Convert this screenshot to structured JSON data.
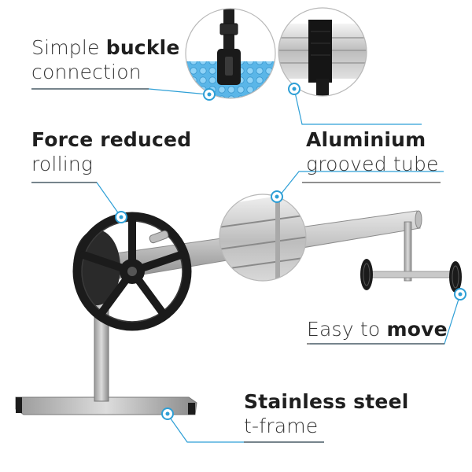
{
  "labels": {
    "buckle": {
      "pre": "Simple ",
      "bold": "buckle",
      "line2": "connection"
    },
    "force": {
      "bold": "Force reduced",
      "line2": "rolling"
    },
    "aluminium": {
      "bold": "Aluminium",
      "line2": "grooved tube"
    },
    "move": {
      "pre": "Easy to ",
      "bold": "move"
    },
    "steel": {
      "bold": "Stainless steel",
      "line2": "t-frame"
    }
  },
  "colors": {
    "accent": "#2e9fd6",
    "leader": "#2e9fd6",
    "underline": "#222222",
    "metal": "#c8c8c8",
    "wheel": "#1b1b1b"
  }
}
